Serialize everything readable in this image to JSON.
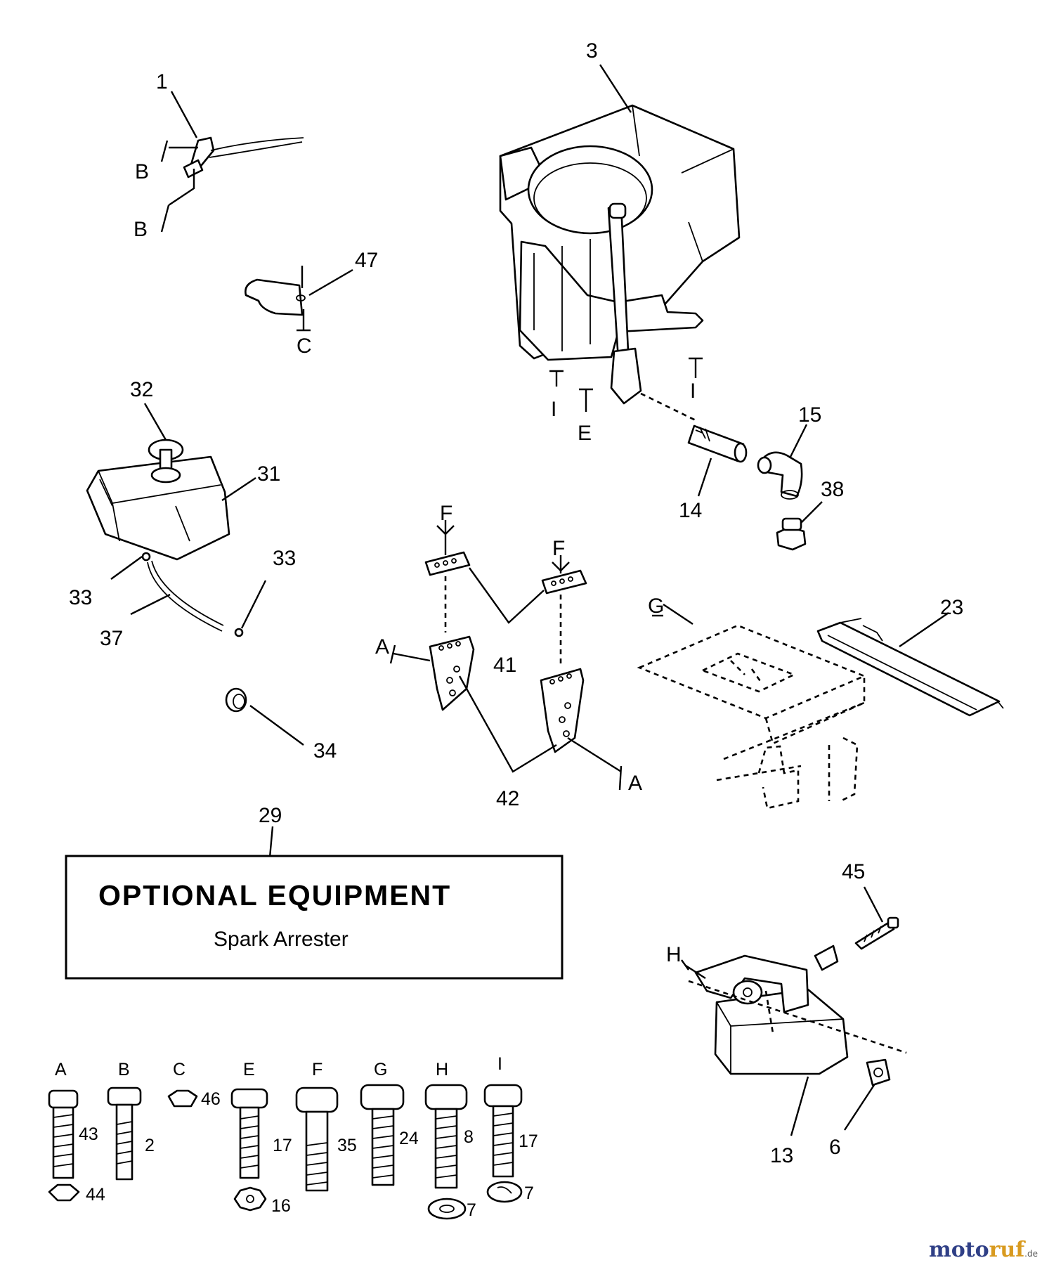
{
  "callouts": {
    "n1": "1",
    "n3": "3",
    "n47": "47",
    "n32": "32",
    "n31": "31",
    "n33a": "33",
    "n33b": "33",
    "n37": "37",
    "n34": "34",
    "n15": "15",
    "n14": "14",
    "n38": "38",
    "n41": "41",
    "n42": "42",
    "n23": "23",
    "n29": "29",
    "n45": "45",
    "n13": "13",
    "n6": "6"
  },
  "letters": {
    "b1": "B",
    "b2": "B",
    "c": "C",
    "i1": "I",
    "i2": "I",
    "e": "E",
    "f1": "F",
    "f2": "F",
    "g": "G",
    "a1": "A",
    "a2": "A",
    "h": "H"
  },
  "optional_box": {
    "title": "OPTIONAL EQUIPMENT",
    "subtitle": "Spark Arrester"
  },
  "hardware": [
    {
      "key": "A",
      "part": "43",
      "extra": "44"
    },
    {
      "key": "B",
      "part": "2"
    },
    {
      "key": "C",
      "part": "46"
    },
    {
      "key": "E",
      "part": "17",
      "extra": "16"
    },
    {
      "key": "F",
      "part": "35"
    },
    {
      "key": "G",
      "part": "24"
    },
    {
      "key": "H",
      "part": "8",
      "extra": "7"
    },
    {
      "key": "I",
      "part": "17",
      "extra": "7"
    }
  ],
  "watermark": {
    "brand_part1": "moto",
    "brand_part2": "ruf",
    "suffix": ".de"
  }
}
